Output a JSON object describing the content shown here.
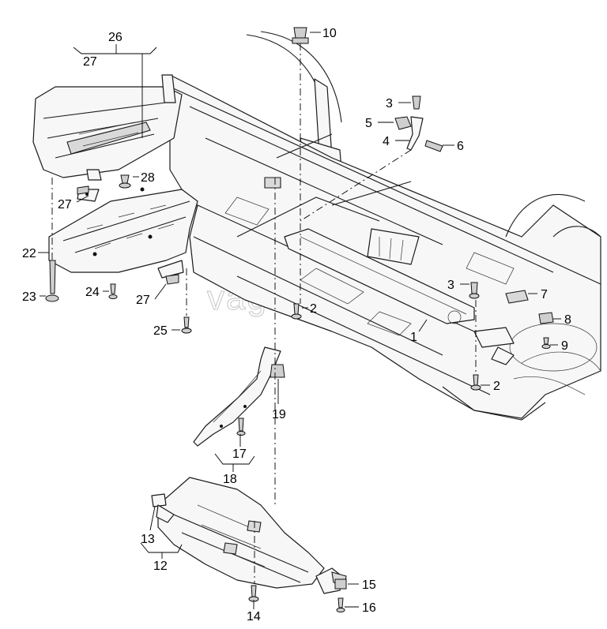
{
  "watermark": "vagree.ru",
  "callouts": {
    "c1": "1",
    "c2a": "2",
    "c2b": "2",
    "c3a": "3",
    "c3b": "3",
    "c4": "4",
    "c5": "5",
    "c6": "6",
    "c7": "7",
    "c8": "8",
    "c9": "9",
    "c10": "10",
    "c12": "12",
    "c13": "13",
    "c14": "14",
    "c15": "15",
    "c16": "16",
    "c17": "17",
    "c18": "18",
    "c19": "19",
    "c22": "22",
    "c23": "23",
    "c24": "24",
    "c25": "25",
    "c26": "26",
    "c27a": "27",
    "c27b": "27",
    "c27c": "27",
    "c28": "28"
  }
}
